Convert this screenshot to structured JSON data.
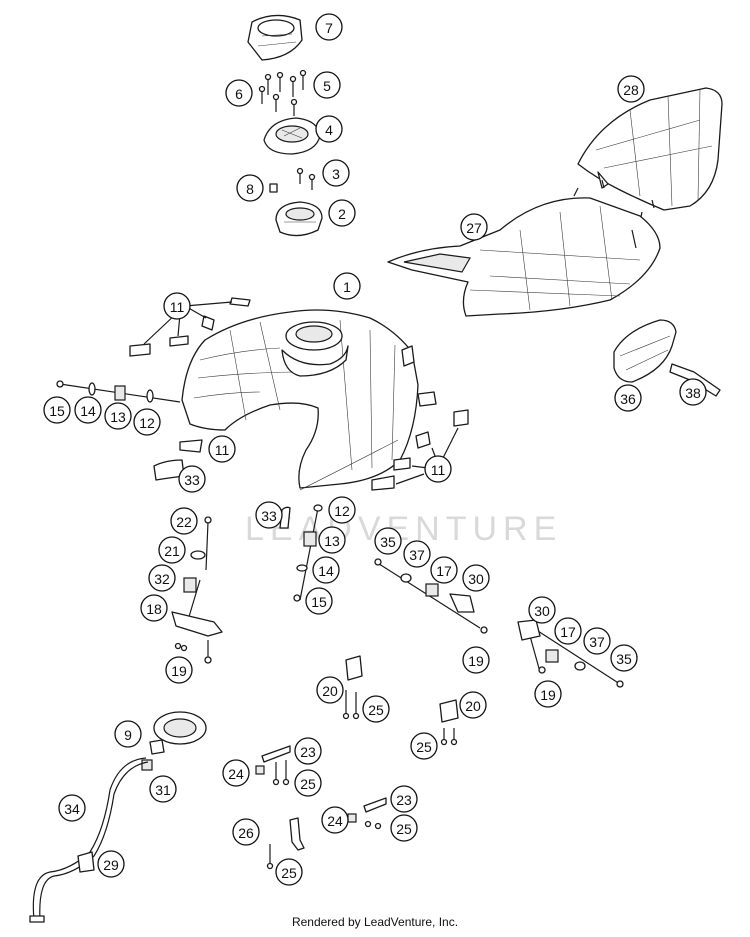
{
  "watermark": "LEADVENTURE",
  "footer": "Rendered by LeadVenture, Inc.",
  "callouts": [
    "7",
    "6",
    "5",
    "4",
    "3",
    "8",
    "2",
    "28",
    "27",
    "1",
    "11",
    "15",
    "14",
    "13",
    "12",
    "11",
    "33",
    "11",
    "22",
    "33",
    "12",
    "13",
    "21",
    "32",
    "14",
    "15",
    "35",
    "37",
    "17",
    "30",
    "18",
    "19",
    "30",
    "17",
    "37",
    "35",
    "19",
    "19",
    "20",
    "25",
    "20",
    "25",
    "9",
    "23",
    "24",
    "25",
    "31",
    "23",
    "24",
    "25",
    "34",
    "26",
    "25",
    "29",
    "36",
    "38"
  ],
  "colors": {
    "line": "#1a1a1a",
    "background": "#ffffff",
    "watermark": "#d9d9d9"
  }
}
